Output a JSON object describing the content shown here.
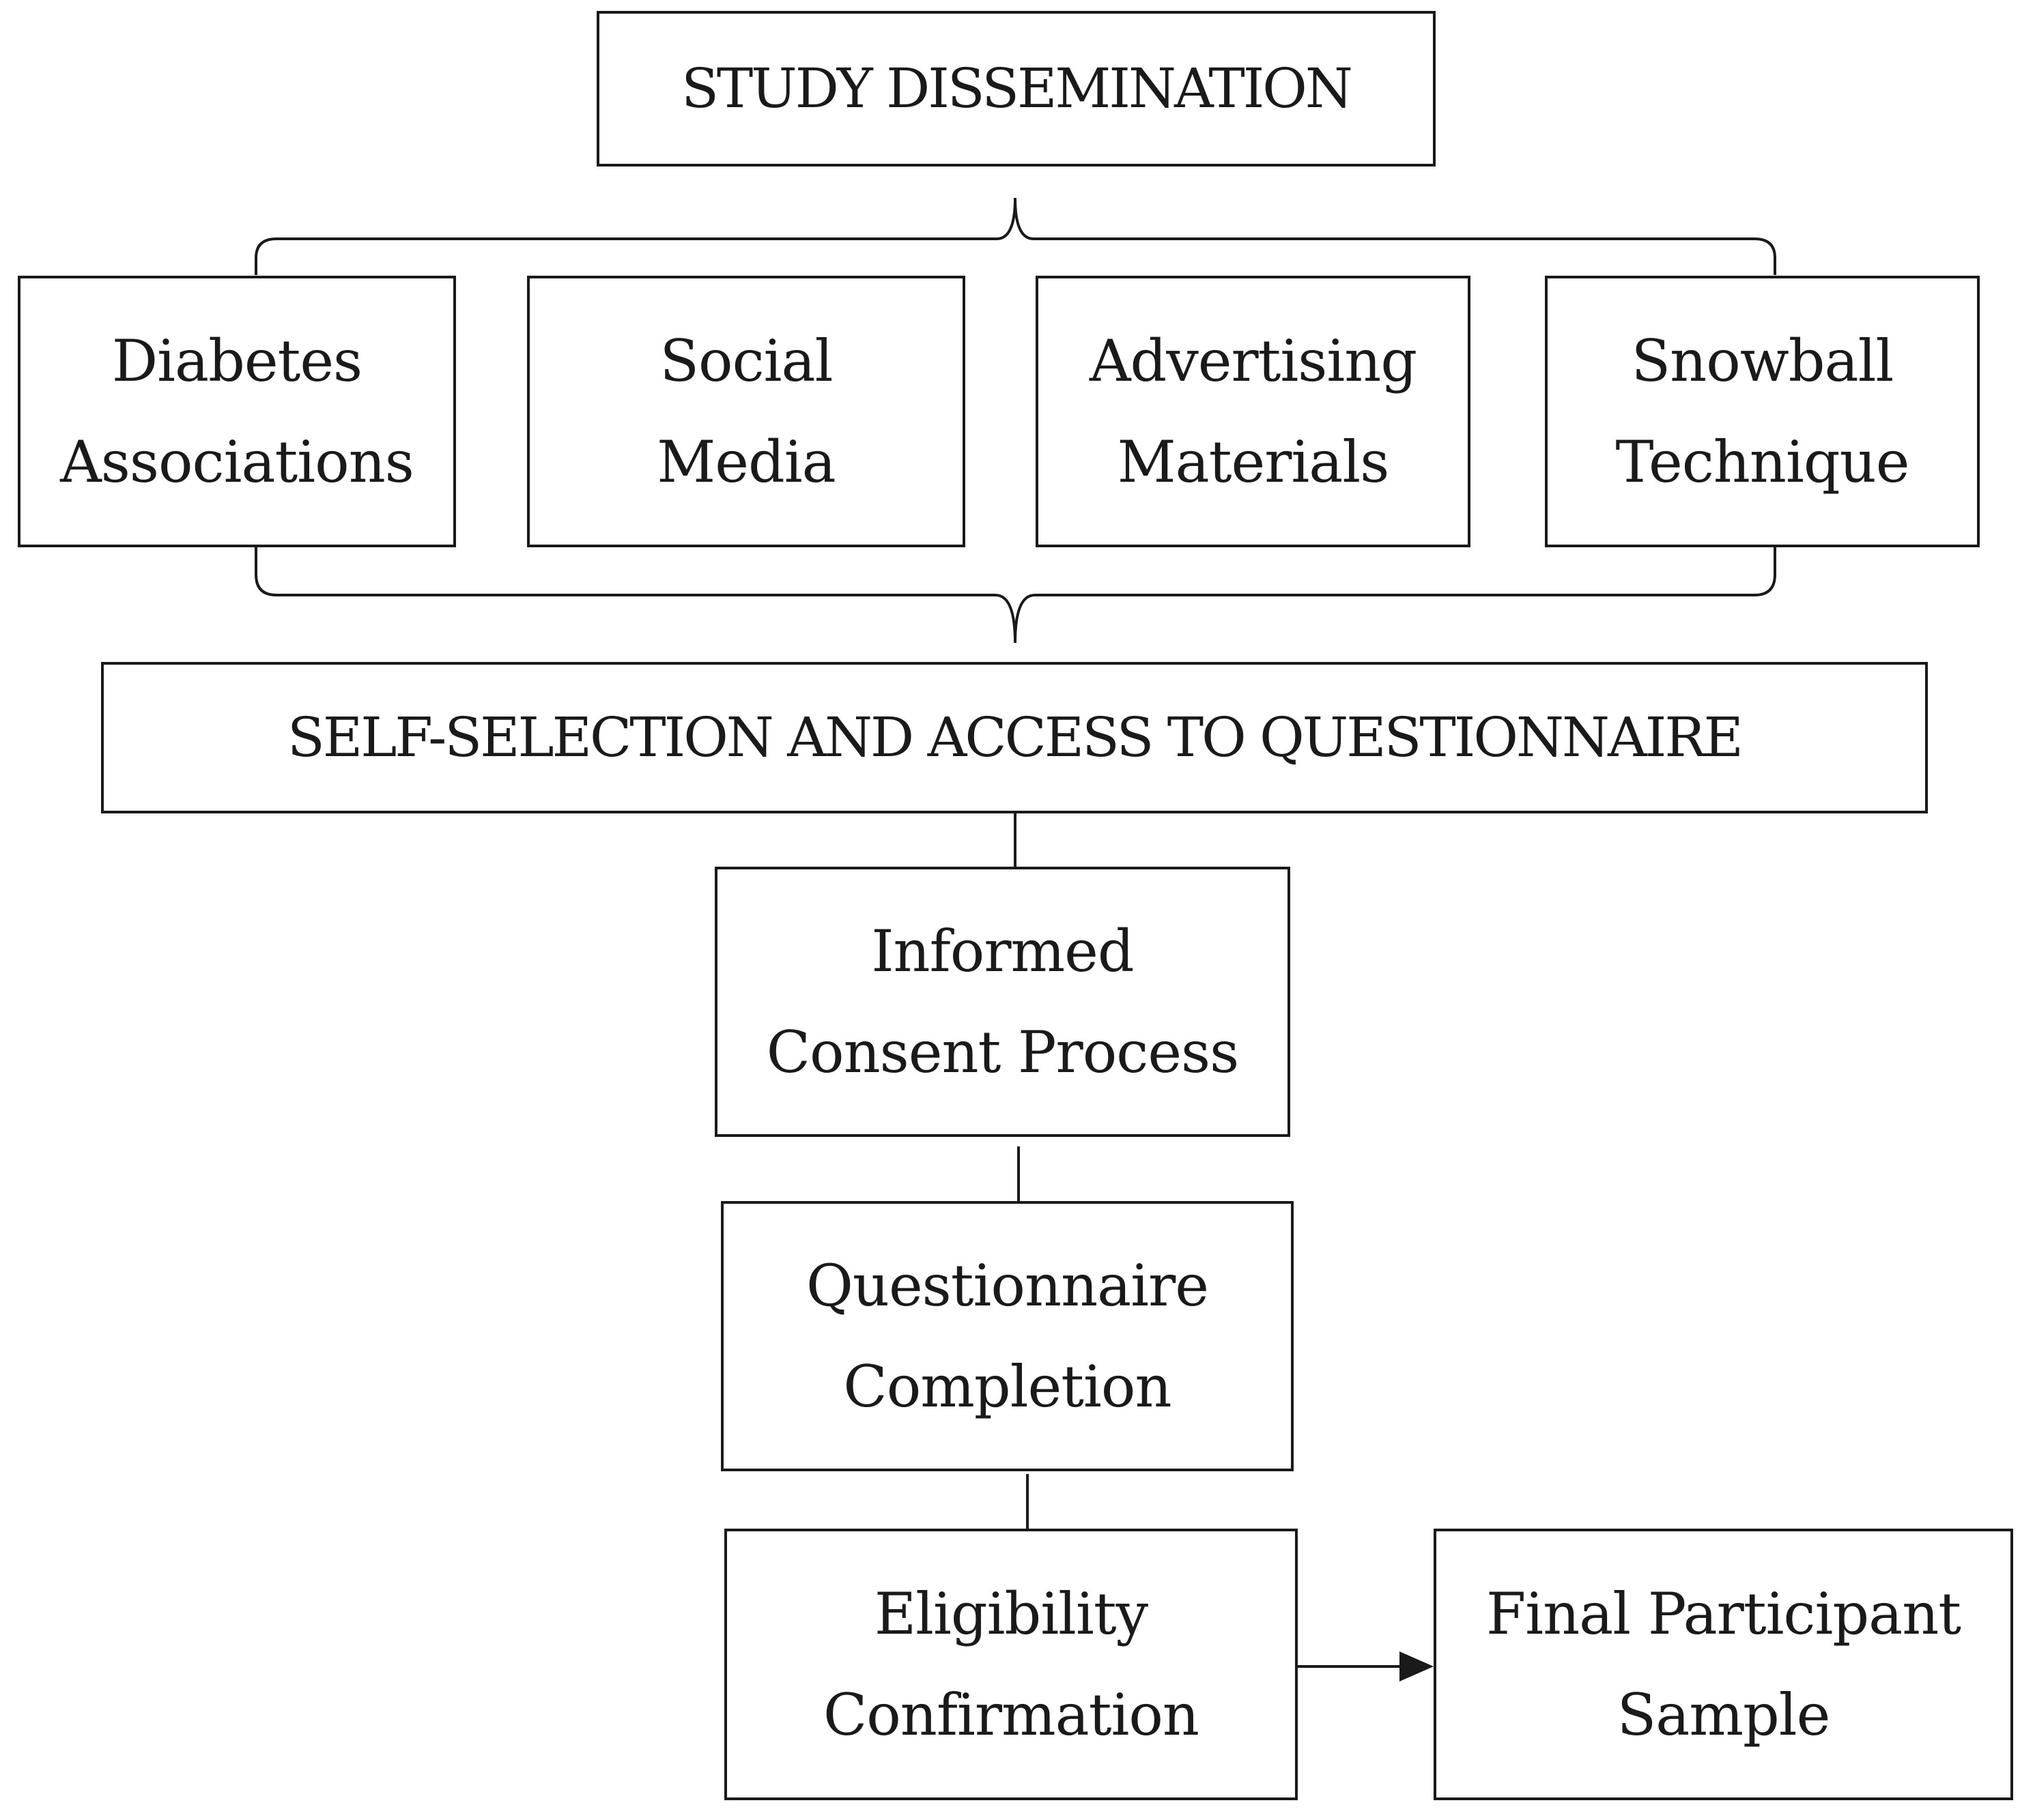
{
  "diagram": {
    "top": {
      "study_dissemination": "STUDY DISSEMINATION"
    },
    "channels": [
      {
        "line1": "Diabetes",
        "line2": "Associations"
      },
      {
        "line1": "Social",
        "line2": "Media"
      },
      {
        "line1": "Advertising",
        "line2": "Materials"
      },
      {
        "line1": "Snowball",
        "line2": "Technique"
      }
    ],
    "self_selection": "SELF-SELECTION AND ACCESS TO QUESTIONNAIRE",
    "steps": {
      "informed_consent": {
        "line1": "Informed",
        "line2": "Consent Process"
      },
      "questionnaire_completion": {
        "line1": "Questionnaire",
        "line2": "Completion"
      },
      "eligibility_confirmation": {
        "line1": "Eligibility",
        "line2": "Confirmation"
      },
      "final_sample": {
        "line1": "Final Participant",
        "line2": "Sample"
      }
    },
    "colors": {
      "stroke": "#1a1a1a",
      "background": "#ffffff"
    }
  }
}
